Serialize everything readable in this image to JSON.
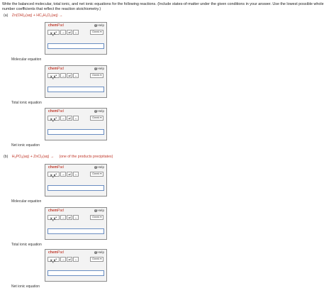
{
  "instructions": "Write the balanced molecular, total ionic, and net ionic equations for the following reactions. (Include states-of-matter under the given conditions in your answer. Use the lowest possible whole number coefficients that reflect the reaction stoichiometry.)",
  "parts": [
    {
      "letter": "(a)",
      "reaction": {
        "r1": "Zn(OH)",
        "r1sub": "2",
        "r1state": "(aq) + HC",
        "s1": "2",
        "m1": "H",
        "s2": "3",
        "m2": "O",
        "s3": "2",
        "r2state": "(aq) →"
      },
      "note": ""
    },
    {
      "letter": "(b)",
      "reaction": {
        "r1": "H",
        "r1sub": "3",
        "r1state": "PO",
        "s1": "4",
        "m1": "(aq) + ZnCl",
        "s2": "2",
        "m2": "(aq)",
        "s3": "",
        "r2state": " →"
      },
      "note": "(one of the products precipitates)"
    }
  ],
  "chempad": {
    "title": "chem",
    "title_suffix": "Pad",
    "help": "Help",
    "help_icon": "?",
    "greek": "Greek ▾",
    "toolbar": {
      "xx": "X",
      "xx_sub": "x",
      "xx_tail": "X",
      "xx_sup": "x",
      "arrow": "→",
      "eq": "⇌",
      "back": "←"
    }
  },
  "equation_labels": [
    "Molecular equation",
    "Total ionic equation",
    "Net ionic equation"
  ]
}
